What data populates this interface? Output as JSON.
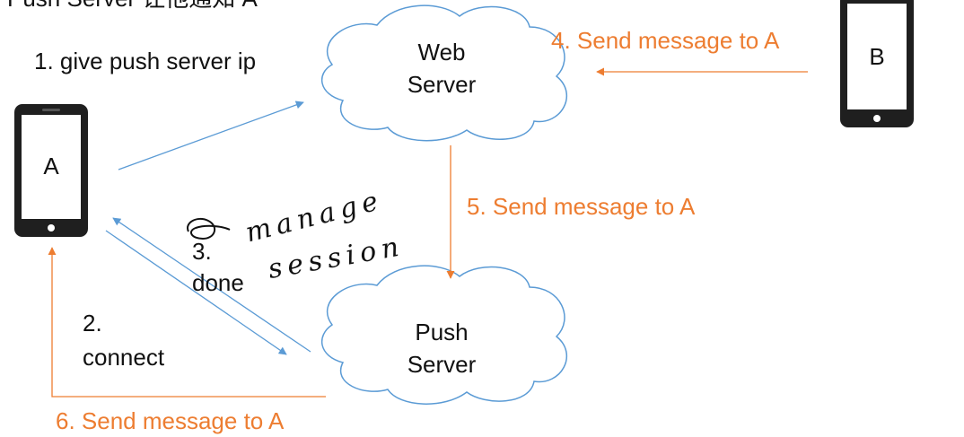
{
  "header_text": "Push Server 让他通知 A",
  "nodes": {
    "web_server": {
      "line1": "Web",
      "line2": "Server"
    },
    "push_server": {
      "line1": "Push",
      "line2": "Server"
    },
    "phone_a": {
      "label": "A"
    },
    "phone_b": {
      "label": "B"
    }
  },
  "edges": {
    "step1": "1. give push server ip",
    "step2_num": "2.",
    "step2_text": "connect",
    "step3_num": "3.",
    "step3_text": "done",
    "step4": "4. Send message to A",
    "step5": "5. Send message to A",
    "step6": "6. Send message to A"
  },
  "annotation": {
    "line1": "manage",
    "line2": "session"
  },
  "colors": {
    "blue_arrow": "#5b9bd5",
    "orange_arrow": "#ed7d31",
    "phone_body": "#1f1f1f",
    "cloud_stroke": "#5b9bd5"
  }
}
